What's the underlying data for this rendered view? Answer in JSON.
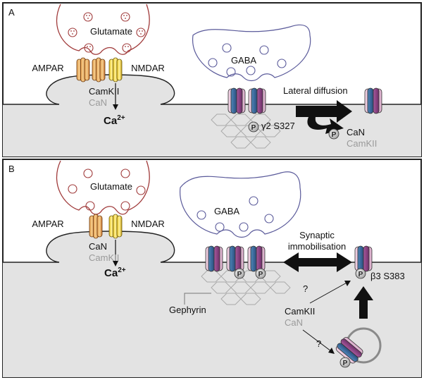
{
  "panel_a": {
    "letter": "A",
    "glutamate": "Glutamate",
    "gaba": "GABA",
    "ampar": "AMPAR",
    "nmdar": "NMDAR",
    "camkii": "CamKII",
    "can": "CaN",
    "ca_base": "Ca",
    "ca_sup": "2+",
    "lateral_diffusion": "Lateral diffusion",
    "site": "γ2 S327",
    "can_right": "CaN",
    "camkii_right": "CamKII",
    "phospho": "P"
  },
  "panel_b": {
    "letter": "B",
    "glutamate": "Glutamate",
    "gaba": "GABA",
    "ampar": "AMPAR",
    "nmdar": "NMDAR",
    "can": "CaN",
    "camkii": "CamKII",
    "ca_base": "Ca",
    "ca_sup": "2+",
    "synaptic_line1": "Synaptic",
    "synaptic_line2": "immobilisation",
    "site": "β3 S383",
    "gephyrin": "Gephyrin",
    "camkii_lower": "CamKII",
    "can_lower": "CaN",
    "question1": "?",
    "question2": "?",
    "phospho": "P"
  },
  "colors": {
    "glutamate_terminal": "#a03a3a",
    "gaba_terminal": "#5a5a9a",
    "postsynaptic_fill": "#e3e3e3",
    "frame": "#222222",
    "muted_text": "#9a9a9a"
  }
}
